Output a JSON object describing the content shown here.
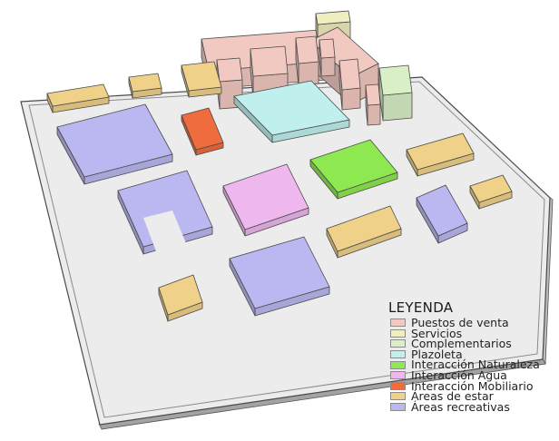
{
  "legend": {
    "title": "LEYENDA",
    "items": [
      {
        "key": "puestos",
        "label": "Puestos de venta",
        "color": "#f2c9c1"
      },
      {
        "key": "servicios",
        "label": "Servicios",
        "color": "#f0edbe"
      },
      {
        "key": "complementarios",
        "label": "Complementarios",
        "color": "#d9efc6"
      },
      {
        "key": "plazoleta",
        "label": "Plazoleta",
        "color": "#bff0ee"
      },
      {
        "key": "naturaleza",
        "label": "Interacción Naturaleza",
        "color": "#8ee84f"
      },
      {
        "key": "agua",
        "label": "Interacción Agua",
        "color": "#eeb7ee"
      },
      {
        "key": "mobiliario",
        "label": "Interacción Mobiliario",
        "color": "#ef6c3e"
      },
      {
        "key": "estar",
        "label": "Áreas de estar",
        "color": "#efd18a"
      },
      {
        "key": "recreativas",
        "label": "Áreas recreativas",
        "color": "#bbb7f0"
      }
    ]
  }
}
